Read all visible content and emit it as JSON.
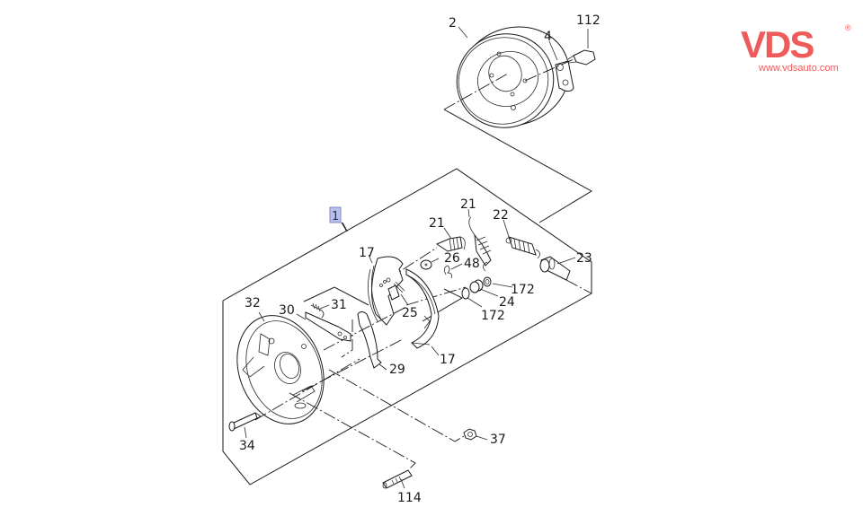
{
  "logo": {
    "brand": "VDS",
    "registered": "®",
    "url": "www.vdsauto.com",
    "color": "#ef5a5a"
  },
  "diagram": {
    "title": "Rear brake drum assembly exploded view",
    "assembly_label": "1",
    "highlight_color": "#b8bfe8",
    "callouts": [
      {
        "id": "c-2",
        "text": "2"
      },
      {
        "id": "c-4",
        "text": "4"
      },
      {
        "id": "c-112",
        "text": "112"
      },
      {
        "id": "c-21a",
        "text": "21"
      },
      {
        "id": "c-21b",
        "text": "21"
      },
      {
        "id": "c-22",
        "text": "22"
      },
      {
        "id": "c-17a",
        "text": "17"
      },
      {
        "id": "c-26",
        "text": "26"
      },
      {
        "id": "c-48",
        "text": "48"
      },
      {
        "id": "c-23",
        "text": "23"
      },
      {
        "id": "c-172a",
        "text": "172"
      },
      {
        "id": "c-24",
        "text": "24"
      },
      {
        "id": "c-172b",
        "text": "172"
      },
      {
        "id": "c-25",
        "text": "25"
      },
      {
        "id": "c-32",
        "text": "32"
      },
      {
        "id": "c-30",
        "text": "30"
      },
      {
        "id": "c-31",
        "text": "31"
      },
      {
        "id": "c-29",
        "text": "29"
      },
      {
        "id": "c-17b",
        "text": "17"
      },
      {
        "id": "c-34",
        "text": "34"
      },
      {
        "id": "c-37",
        "text": "37"
      },
      {
        "id": "c-114",
        "text": "114"
      }
    ]
  }
}
